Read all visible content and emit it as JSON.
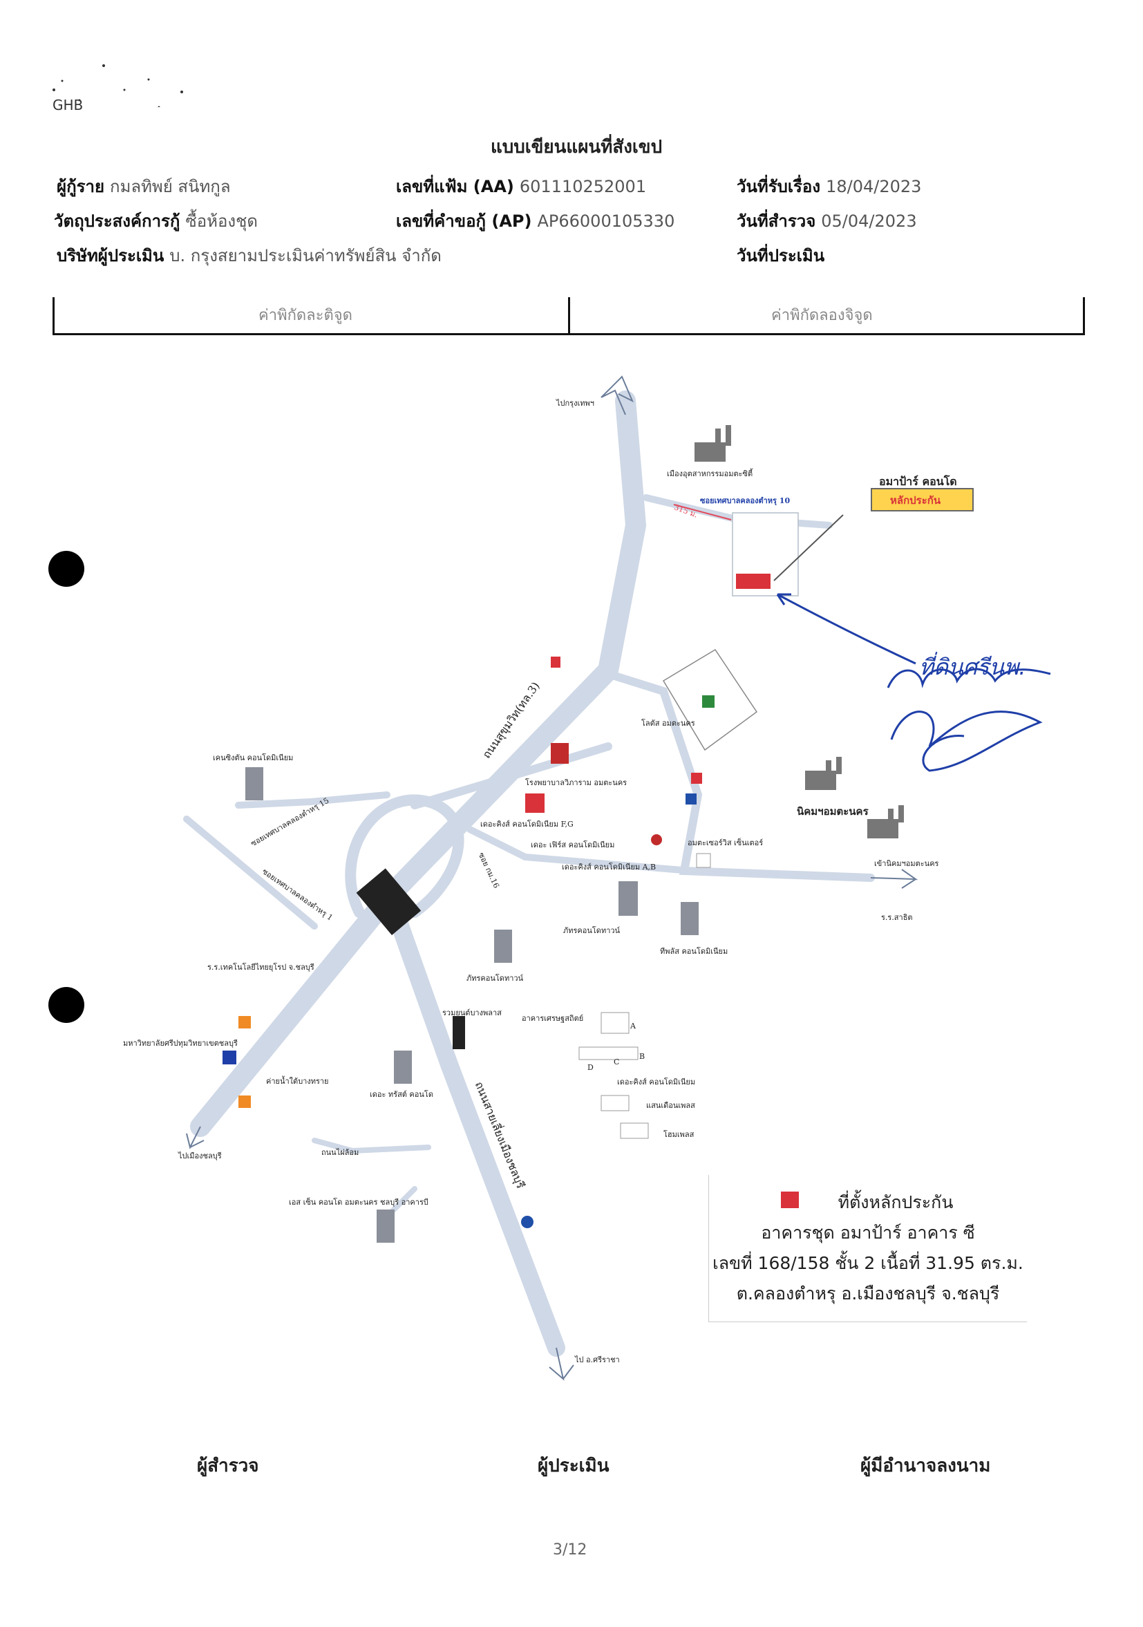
{
  "brand": "GHB",
  "title": "แบบเขียนแผนที่สังเขป",
  "header": {
    "borrower_label": "ผู้กู้ราย",
    "borrower_value": "กมลทิพย์ สนิทกูล",
    "purpose_label": "วัตถุประสงค์การกู้",
    "purpose_value": "ซื้อห้องชุด",
    "company_label": "บริษัทผู้ประเมิน",
    "company_value": "บ. กรุงสยามประเมินค่าทรัพย์สิน จำกัด",
    "file_no_label": "เลขที่แฟ้ม (AA)",
    "file_no_value": "601110252001",
    "request_no_label": "เลขที่คำขอกู้ (AP)",
    "request_no_value": "AP66000105330",
    "received_label": "วันที่รับเรื่อง",
    "received_value": "18/04/2023",
    "survey_label": "วันที่สำรวจ",
    "survey_value": "05/04/2023",
    "appraisal_label": "วันที่ประเมิน",
    "appraisal_value": ""
  },
  "coords": {
    "latitude_label": "ค่าพิกัดละติจูด",
    "longitude_label": "ค่าพิกัดลองจิจูด"
  },
  "map": {
    "to_bangkok": "ไปกรุงเทพฯ",
    "industrial_estate": "เมืองอุตสาหกรรมอมตะซิตี้",
    "soi_tesaban": "ซอยเทศบาลคลองตำหรุ 10",
    "distance": "315 ม.",
    "project_name": "อมาป้าร์ คอนโด",
    "collateral_tag": "หลักประกัน",
    "sukhumvit": "ถนนสุขุมวิท(ทล.3)",
    "lotus": "โลตัส อมตะนคร",
    "kensington_top": "เคนซิงตัน คอนโดมิเนียม",
    "hospital": "โรงพยาบาลวิภาราม อมตะนคร",
    "kensington_fg": "เดอะคิงส์ คอนโดมิเนียม F,G",
    "the_first": "เดอะ เฟิร์ส คอนโดมิเนียม",
    "kensington_ab": "เดอะคิงส์ คอนโดมิเนียม A,B",
    "amata_service": "อมตะเซอร์วิส เซ็นเตอร์",
    "nikom": "นิคมฯอมตะนคร",
    "amata_gate": "เข้านิคมฯอมตะนคร",
    "school": "ร.ร.สาธิต",
    "soi_left1": "ซอยเทศบาลคลองตำหรุ 15",
    "soi_left2": "ซอยเทศบาลคลองตำหรุ 1",
    "soi_mid": "ซอย กม.16",
    "phattra_town1": "ภัทรคอนโดทาวน์",
    "tmall": "ทีพลัส คอนโดมิเนียม",
    "tech_school": "ร.ร.เทคโนโลยีไทยยุโรป จ.ชลบุรี",
    "phattra_town2": "ภัทรคอนโดทาวน์",
    "bus_terminal": "รวมยนต์บางพลาส",
    "yunus": "อาคารเศรษฐสถิตย์",
    "university": "มหาวิทยาลัยศรีปทุมวิทยาเขตชลบุรี",
    "rest_area": "ค่ายน้ำใต้บางทราย",
    "the_trust": "เดอะ ทรัสต์ คอนโด",
    "kensington_bot": "เดอะคิงส์ คอนโดมิเนียม",
    "samrong_place": "แสนเดือนเพลส",
    "home_place": "โฮมเพลส",
    "to_chonburi": "ไปเมืองชลบุรี",
    "road_left": "ถนนไผ่ล้อม",
    "sai_road": "ถนนสายเลี่ยงเมืองชลบุรี",
    "ex_ten": "เอส เซ็น คอนโด อมตะนคร ชลบุรี อาคารบี",
    "to_sriracha": "ไป อ.ศรีราชา",
    "bldg_a": "A",
    "bldg_b": "B",
    "bldg_c": "C",
    "bldg_d": "D",
    "handwriting": "ที่ดินศรีนพ."
  },
  "legend": {
    "line1": "ที่ตั้งหลักประกัน",
    "line2": "อาคารชุด อมาป้าร์ อาคาร ซี",
    "line3": "เลขที่ 168/158 ชั้น 2 เนื้อที่ 31.95 ตร.ม.",
    "line4": "ต.คลองตำหรุ อ.เมืองชลบุรี จ.ชลบุรี",
    "marker_color": "#d9323a"
  },
  "signatures": {
    "surveyor": "ผู้สำรวจ",
    "appraiser": "ผู้ประเมิน",
    "authorized": "ผู้มีอำนาจลงนาม"
  },
  "page_number": "3/12"
}
